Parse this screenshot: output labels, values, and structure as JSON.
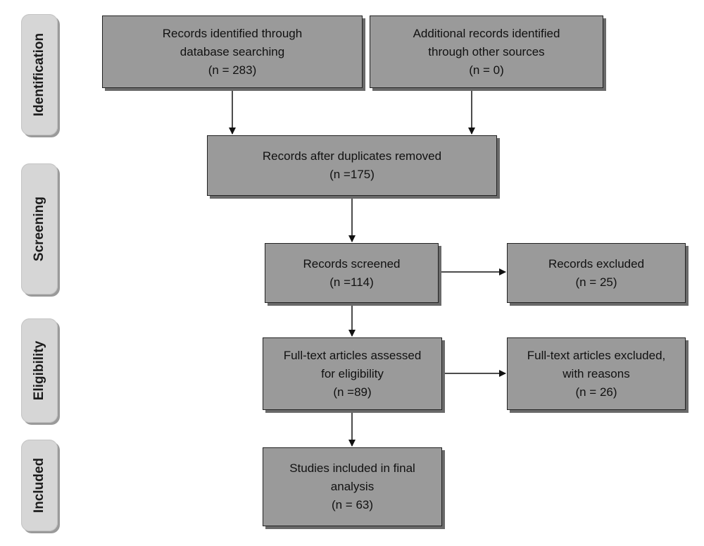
{
  "phases": {
    "identification": "Identification",
    "screening": "Screening",
    "eligibility": "Eligibility",
    "included": "Included"
  },
  "boxes": {
    "database": {
      "line1": "Records identified through",
      "line2": "database searching",
      "line3": "(n = 283)"
    },
    "other": {
      "line1": "Additional records identified",
      "line2": "through other sources",
      "line3": "(n = 0)"
    },
    "duplicates": {
      "line1": "Records after duplicates removed",
      "line2": "(n =175)"
    },
    "screened": {
      "line1": "Records screened",
      "line2": "(n =114)"
    },
    "excluded": {
      "line1": "Records excluded",
      "line2": "(n =  25)"
    },
    "fulltext": {
      "line1": "Full-text articles assessed",
      "line2": "for eligibility",
      "line3": "(n =89)"
    },
    "fulltext_excluded": {
      "line1": "Full-text articles excluded,",
      "line2": "with reasons",
      "line3": "(n = 26)"
    },
    "included": {
      "line1": "Studies included in final",
      "line2": "analysis",
      "line3": "(n = 63)"
    }
  }
}
